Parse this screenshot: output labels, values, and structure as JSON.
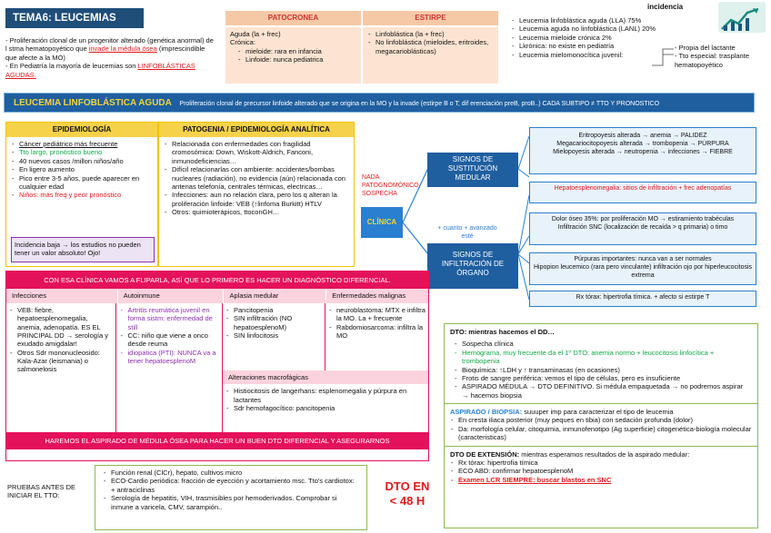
{
  "title": "TEMA6: LEUCEMIAS",
  "intro": {
    "line1_a": "Proliferación clonal de un progenitor alterado (genética anormal) de l stma hematopoyético que ",
    "line1_b": "invade la médula ósea",
    "line1_c": " (imprescindible que afecte a la MO)",
    "line2_a": "En Pediatría la mayoría de leucemias son ",
    "line2_b": "LINFOBLÁSTICAS AGUDAS."
  },
  "class_table": {
    "head_left": "PATOCRONEA",
    "head_right": "ESTIRPE",
    "left": [
      "Aguda (la + frec)",
      "Crónica:",
      "mieloide: rara en infancia",
      "Linfoide: nunca pediatrica"
    ],
    "right": [
      "Linfoblástica (la + frec)",
      "No linfoblástica (mieloides, eritroides, megacarioblásticas)"
    ]
  },
  "incidence": {
    "label": "incidencia",
    "items": [
      "Leucemia linfoblástica aguda (LLA) 75%",
      "Leucemia aguda no linfoblástica (LANL) 20%",
      "Leucemia mieloide crónica 2%",
      "Lkrónica: no existe en pediatría",
      "Leucemia mielomonocítica juvenil:"
    ],
    "side": [
      "- Propia del lactante",
      "- Tto especial: trasplante hematopoyético"
    ]
  },
  "lla_bar": {
    "title": "LEUCEMIA LINFOBLÁSTICA AGUDA",
    "text": "Proliferación clonal de precursor linfoide alterado que se origina en la MO y la invade (estirpe B o T; dif erenciación preB, proB..) CADA SUBTIPO ≠ TTO Y PRONOSTICO"
  },
  "epi": {
    "head": "EPIDEMIOLOGÍA",
    "items": [
      "Cáncer pediátrico más frecuente",
      "Tto largo, pronóstico bueno",
      "40 nuevos casos /millon niños/año",
      "En ligero aumento",
      "Pico entre 3-5 años, puede aparecer en cualquier edad",
      "Niños: más freq y peor pronóstico"
    ],
    "note": "Incidencia baja → los estudios no pueden tener un valor absoluto! Ojo!"
  },
  "pato": {
    "head": "PATOGENIA / EPIDEMIOLOGÍA ANALÍTICA",
    "items": [
      "Relacionada con enfermedades con fragilidad cromosómica: Down, Wiskott-Aldrich, Fanconi, inmunodeficiencias…",
      "Difícil relacionarlas con ambiente: accidentes/bombas nucleares (radiación), no evidencia (aún) relacionada con antenas telefonía, centrales térmicas, electricas…",
      "Infecciones: aun no relación clara, pero los q alteran la proliferación linfoide: VEB (↑linfoma Burkitt) HTLV",
      "Otros: quimioterápicos, ttoconGH…"
    ]
  },
  "clinica": {
    "nada": "NADA PATOGNOMÓNICO, SOSPECHA",
    "label": "CLÍNICA",
    "sig1": "SIGNOS DE SUSTITUCIÓN MEDULAR",
    "sig2": "SIGNOS DE INFILTRACIÓN DE ÓRGANO",
    "mas_cuanto": "+ cuanto + avanzado esté",
    "sust": [
      "Eritropoyesis alterada → anemia → PALIDEZ",
      "Megacariocitopoyesis alterada → trombopenia → PÚRPURA",
      "Mielopoyesis alterada → neutropenia → infecciones → FIEBRE"
    ],
    "hepato": "Hepatoesplenomegalia: sitios de infiltración + frec adenopatías",
    "dolor": "Dolor óseo 35%: por proliferación MO → estiramiento trabéculas",
    "snc": "Infiltración SNC (localización de recaída > q primaria) o timo",
    "purpuras": "Púrpuras importantes: nunca van a ser normales",
    "hipopion": "Hipopion leucemico (rara pero vinculante) infiltración ojo por hiperleucocitosis extrema",
    "rx": "Rx tórax: hipertrofia tímica. + afecto si estirpe T"
  },
  "diff": {
    "bar": "CON ESA CLÍNICA VAMOS A FLIPARLA, ASÍ QUE LO PRIMERO ES HACER UN DIAGNÓSTICO DIFERENCIAL.",
    "heads": [
      "Infecciones",
      "Autoinmune",
      "Aplasia medular",
      "Enfermedades malignas"
    ],
    "inf": [
      "VEB: fiebre, hepatoesplenomegalia, anemia, adenopatía. ES EL PRINCIPAL DD → serología y exudado amigdalar!",
      "Otros Sdr mononucleosido: Kala-Azar (leismania) o salmonelosis"
    ],
    "auto": [
      "Artritis reumática juvenil en forma sistm: enfermedad de still",
      "CC: niño que viene a onco desde reuma",
      "idiopatica (PTI): NUNCA va a tener hepatoesplenoM"
    ],
    "apl": [
      "Pancitopenia",
      "SIN infiltración (NO hepatoesplenoM)",
      "SIN linfocitosis"
    ],
    "mal": [
      "neuroblastoma: MTX e infiltra la MO. La + frecuente",
      "Rabdomiosarcoma: infiltra la MO"
    ],
    "macro_head": "Alteraciones macrofágicas",
    "macro": [
      "Histiocitosis de langerhans: esplenomegalia y púrpura en lactantes",
      "Sdr hemofagocítico: pancitopenia"
    ],
    "bottom": "HAREMOS EL ASPIRADO DE MÉDULA ÓSEA PARA HACER UN BUEN DTO DIFERENCIAL Y ASEGURARNOS"
  },
  "pruebas": {
    "label": "PRUEBAS ANTES DE INICIAR EL TTO:",
    "items": [
      "Función renal (ClCr), hepato, cultivos micro",
      "ECO-Cardio periódica: fracción de eyección y acortamiento msc. Tto's cardiotox: + antraciclinas",
      "Serología de hepatitis, VIH, trasmisibles por hemoderivados. Comprobar si inmune a varicela, CMV, sarampión.."
    ],
    "dto": "DTO EN < 48 H"
  },
  "dto": {
    "head": "DTO: mientras hacemos el DD…",
    "items": [
      "Sospecha clínica",
      "Hemograma, muy frecuente da el 1º DTO: anemia normo + leucocitosis linfocítica + trombopenia",
      "Bioquímica: ↑LDH y ↑ transaminasas (en ocasiones)",
      "Frotis de sangre periférica: vemos el tipo de células, pero es insuficiente",
      "ASPIRADO MÉDULA → DTO DEFINITIVO. Si médula empaquetada → no podremos aspirar → hacemos biopsia"
    ],
    "asp_head": "ASPIRADO / BIOPSIA:",
    "asp_text": "suuuper imp para caracterizar el tipo de leucemia",
    "asp_items": [
      "En cresta iliaca posterior (muy peques en tibia) con sedación profunda (dolor)",
      "Da: morfología celular, citoquimia, inmunofenotipo (Ag superficie) citogenética-biología molecular (caracteristicas)"
    ],
    "ext_head": "DTO DE EXTENSIÓN:",
    "ext_text": "mientras esperamos resultados de la aspirado medular:",
    "ext_items": [
      "Rx tórax: hipertrofia tímica",
      "ECO ABD: confirmar hepatoesplenoM",
      "Examen LCR SIEMPRE: buscar blastos en SNC"
    ]
  }
}
